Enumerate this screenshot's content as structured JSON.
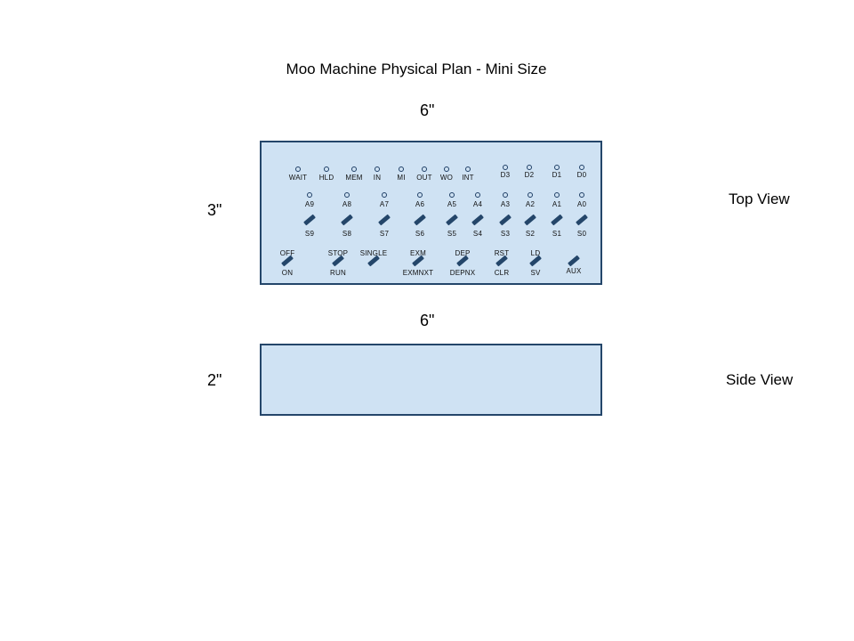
{
  "title": "Moo Machine Physical Plan - Mini Size",
  "top_view": {
    "label": "Top View",
    "width_label": "6\"",
    "height_label": "3\"",
    "status_leds": [
      "WAIT",
      "HLD",
      "MEM",
      "IN",
      "MI",
      "OUT",
      "WO",
      "INT"
    ],
    "data_leds": [
      "D3",
      "D2",
      "D1",
      "D0"
    ],
    "address_leds": [
      "A9",
      "A8",
      "A7",
      "A6",
      "A5",
      "A4",
      "A3",
      "A2",
      "A1",
      "A0"
    ],
    "sense_switches": [
      "S9",
      "S8",
      "S7",
      "S6",
      "S5",
      "S4",
      "S3",
      "S2",
      "S1",
      "S0"
    ],
    "control_switches": [
      {
        "top": "OFF",
        "bottom": "ON"
      },
      {
        "top": "STOP",
        "bottom": "RUN"
      },
      {
        "top": "SINGLE",
        "bottom": ""
      },
      {
        "top": "EXM",
        "bottom": "EXMNXT"
      },
      {
        "top": "DEP",
        "bottom": "DEPNX"
      },
      {
        "top": "RST",
        "bottom": "CLR"
      },
      {
        "top": "LD",
        "bottom": "SV"
      },
      {
        "top": "",
        "bottom": "AUX"
      }
    ]
  },
  "side_view": {
    "label": "Side View",
    "width_label": "6\"",
    "height_label": "2\""
  },
  "colors": {
    "panel_fill": "#cfe2f3",
    "panel_border": "#24466a"
  }
}
